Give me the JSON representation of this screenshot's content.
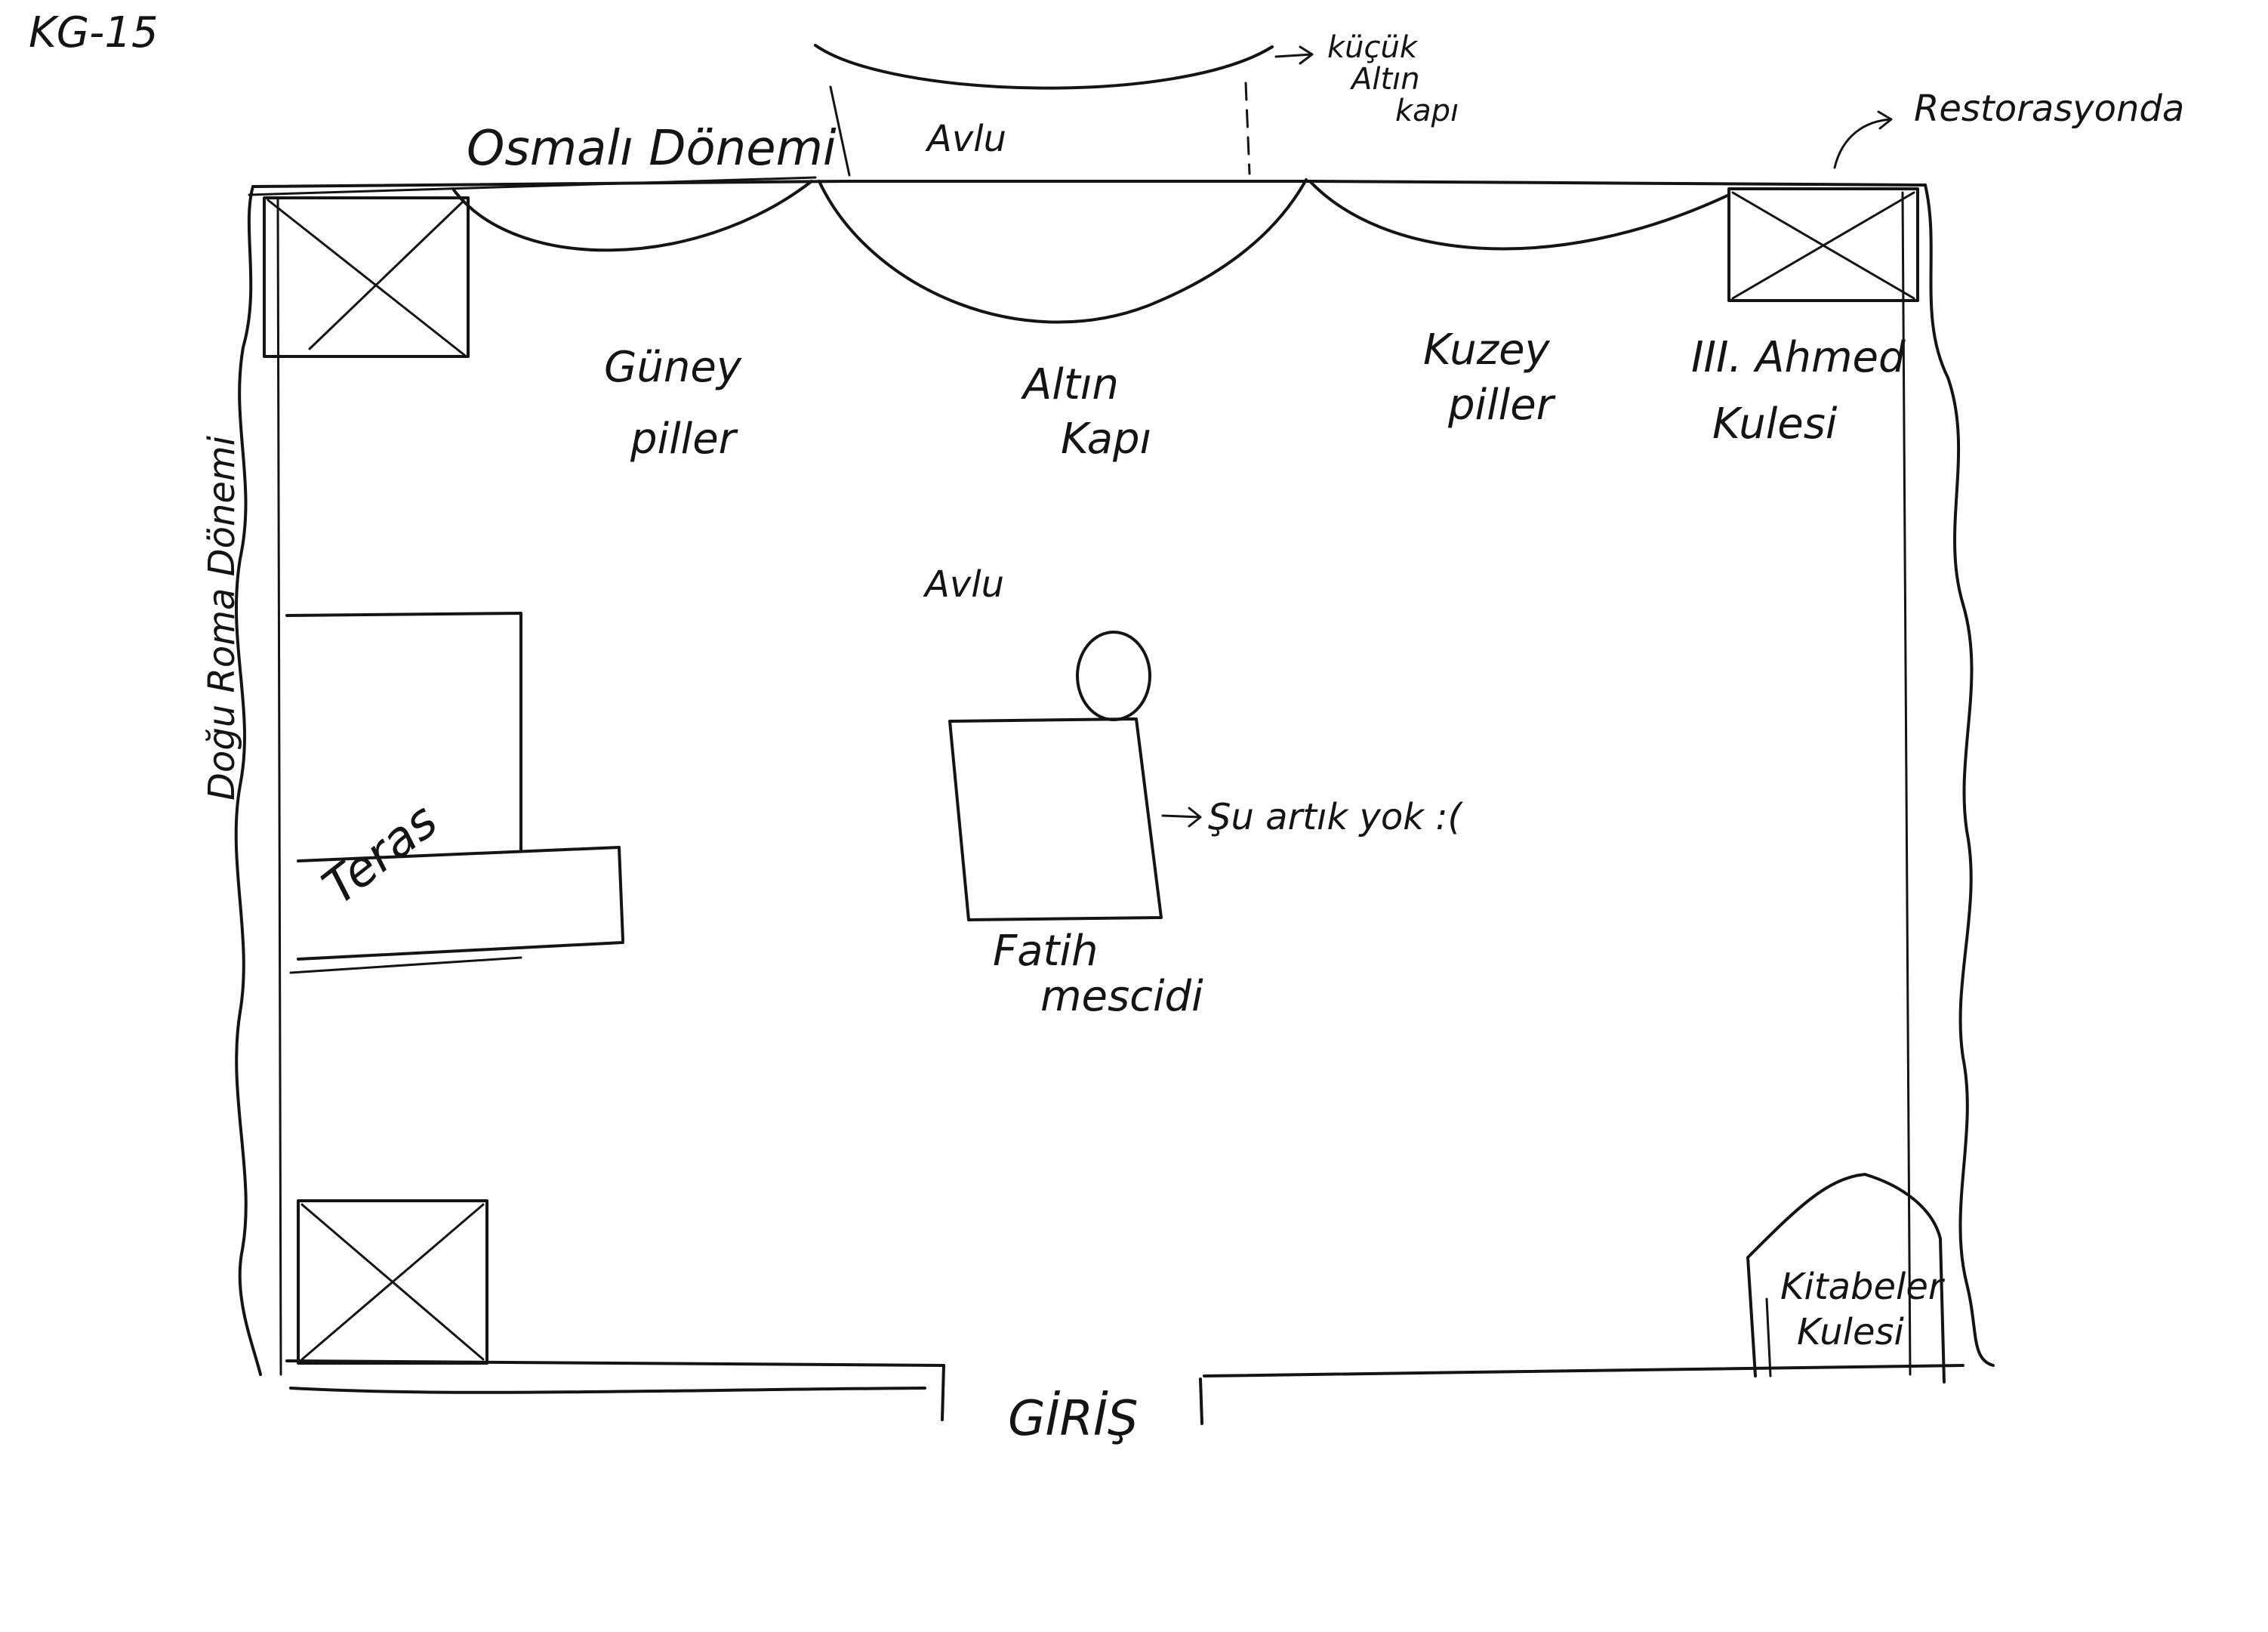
{
  "sheet_code": "KG-15",
  "labels": {
    "osmanli_donemi": "Osmalı Dönemi",
    "kucuk_altin_kapi": [
      "küçük",
      "Altın",
      "kapı"
    ],
    "avlu_top": "Avlu",
    "restorasyonda": "Restorasyonda",
    "guney_piller": [
      "Güney",
      "piller"
    ],
    "altin_kapi": [
      "Altın",
      "Kapı"
    ],
    "kuzey_piller": [
      "Kuzey",
      "piller"
    ],
    "ahmed_kulesi": [
      "III. Ahmed",
      "Kulesi"
    ],
    "dogu_roma_donemi": "Doğu Roma Dönemi",
    "avlu_center": "Avlu",
    "teras": "Teras",
    "su_artik_yok": "Şu artık yok :(",
    "fatih_mescidi": [
      "Fatih",
      "mescidi"
    ],
    "kitabeler_kulesi": [
      "Kitabeler",
      "Kulesi"
    ],
    "giris": "GİRİŞ"
  }
}
